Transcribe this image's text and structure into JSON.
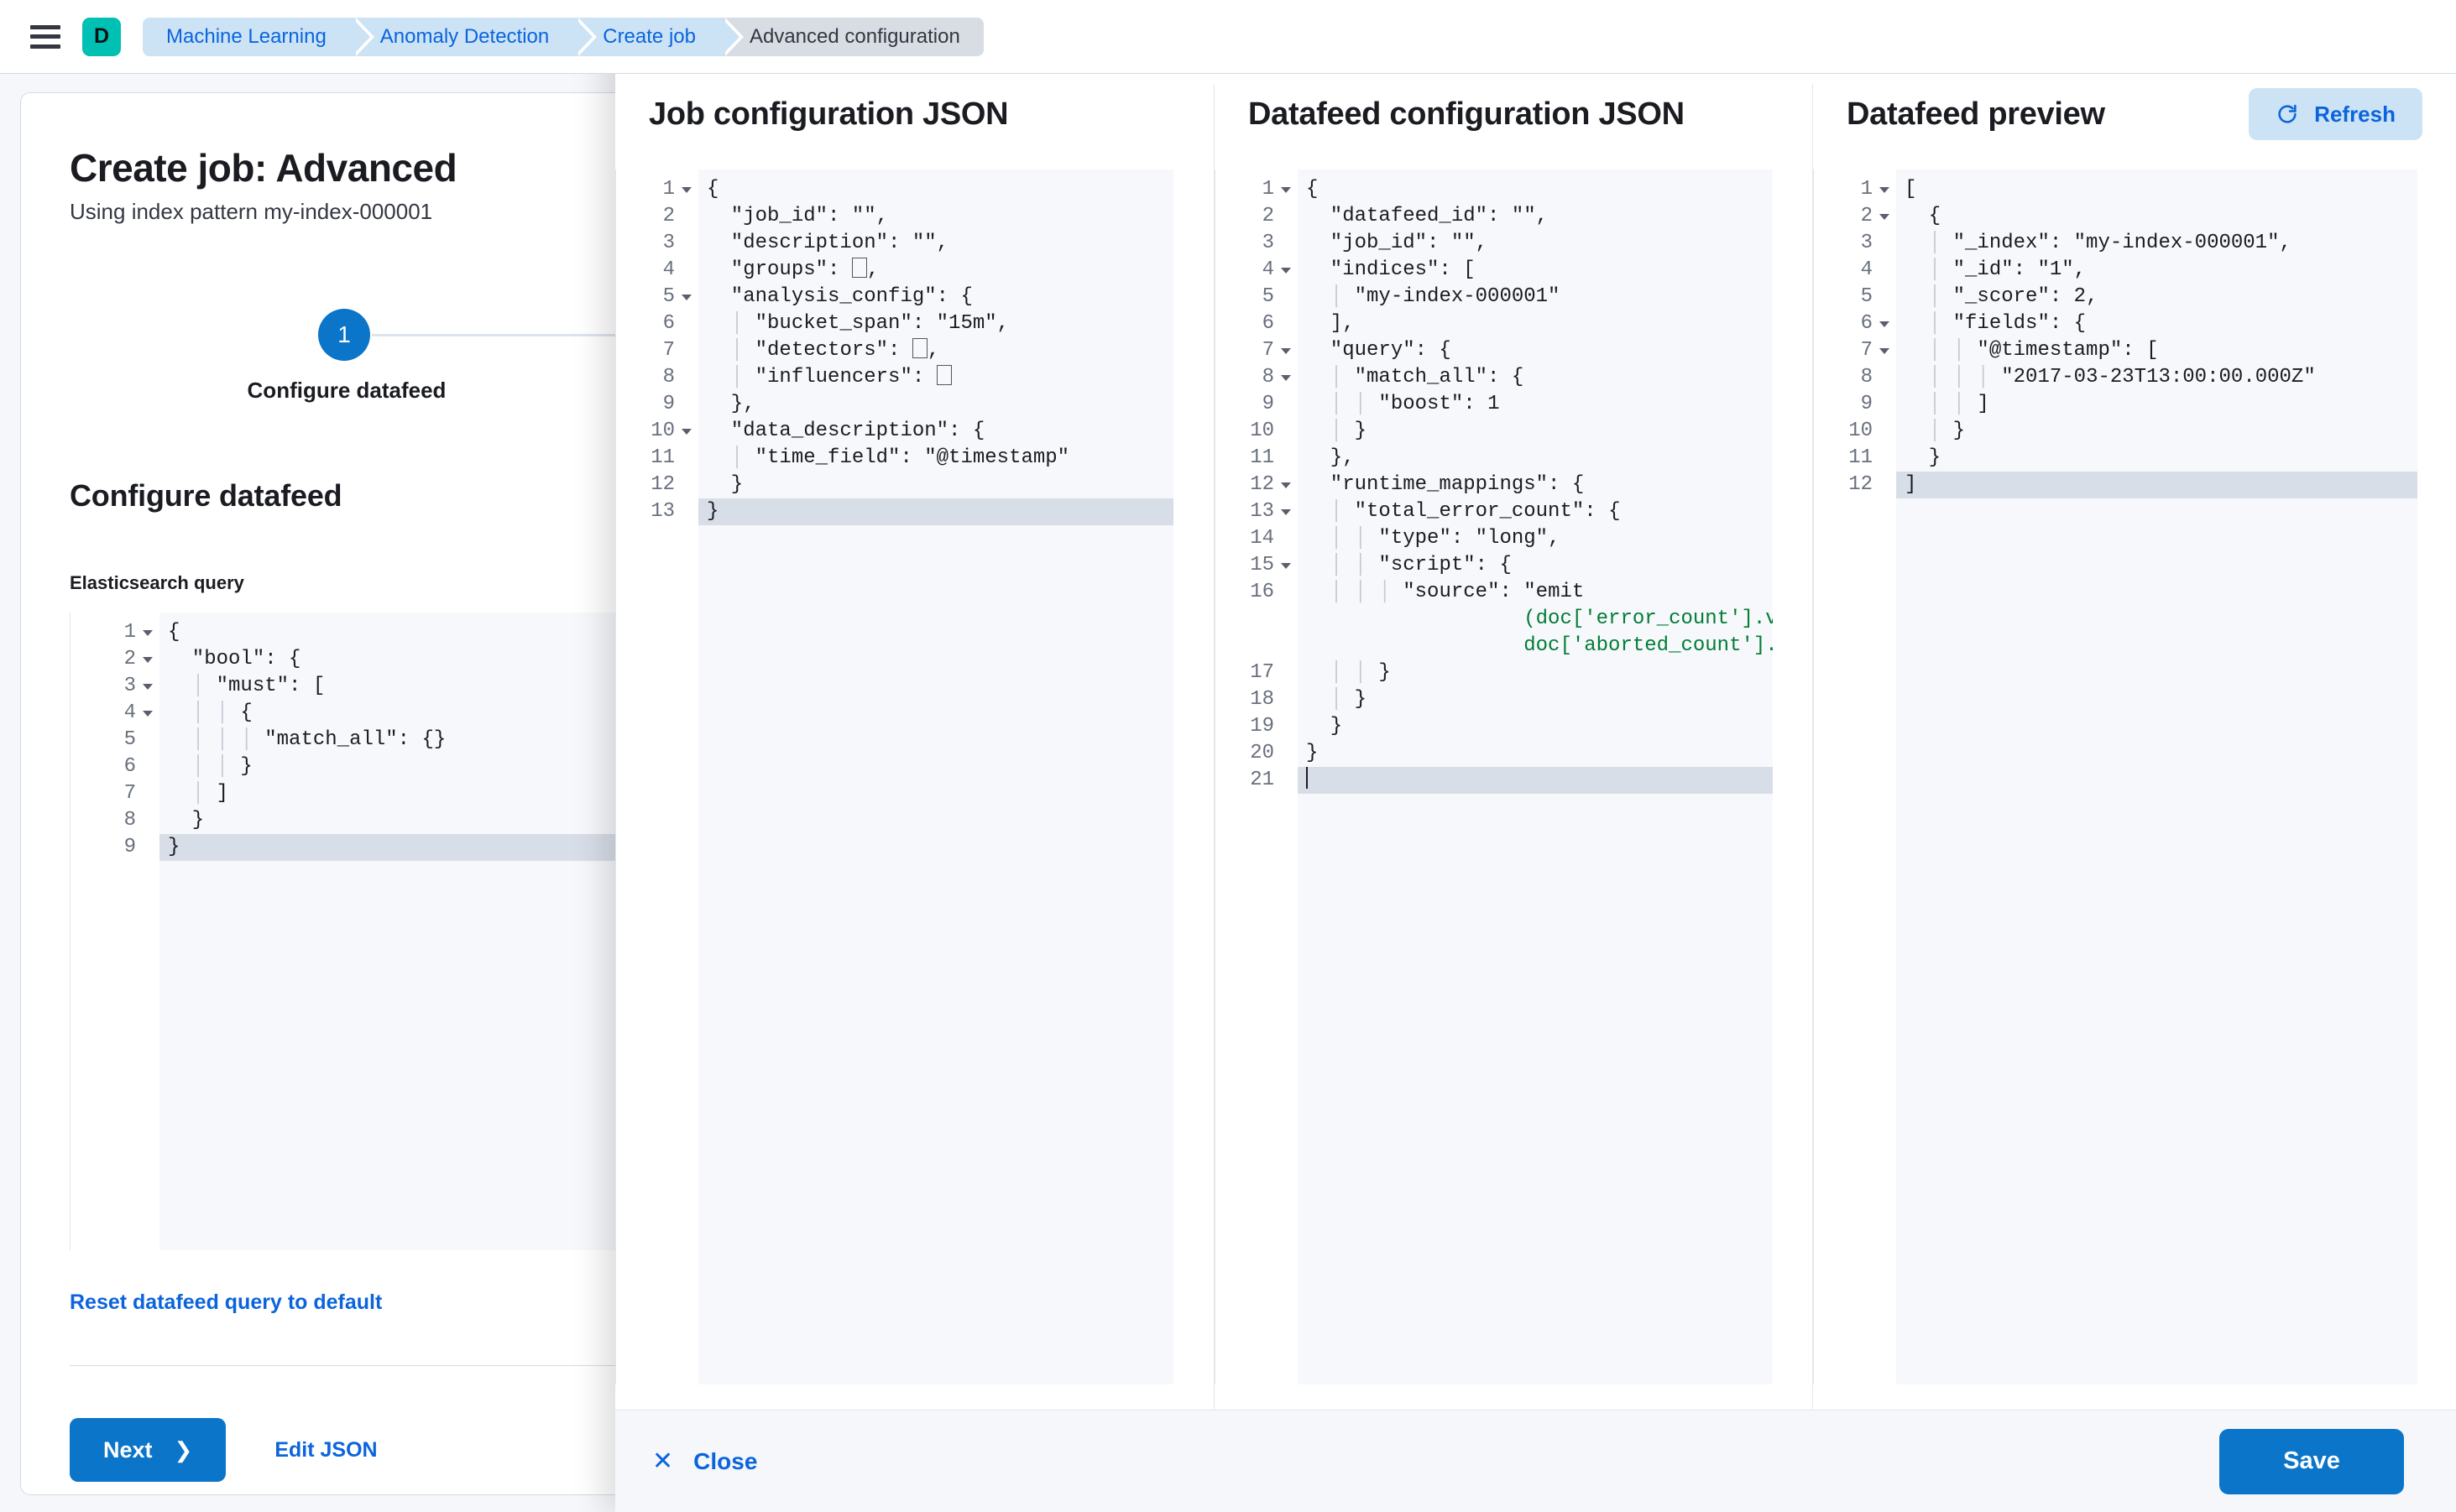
{
  "chrome": {
    "menu_icon": "hamburger-icon",
    "avatar_initial": "D",
    "avatar_color": "#00BFB3",
    "breadcrumbs": [
      {
        "label": "Machine Learning",
        "current": false
      },
      {
        "label": "Anomaly Detection",
        "current": false
      },
      {
        "label": "Create job",
        "current": false
      },
      {
        "label": "Advanced configuration",
        "current": true
      }
    ]
  },
  "wizard": {
    "title": "Create job: Advanced",
    "subtitle": "Using index pattern my-index-000001",
    "step_number": "1",
    "step_label": "Configure datafeed",
    "section_heading": "Configure datafeed",
    "query_label": "Elasticsearch query",
    "reset_link": "Reset datafeed query to default",
    "next_label": "Next",
    "next_chevron": "chevron-right-icon",
    "edit_json_label": "Edit JSON"
  },
  "flyout": {
    "close_label": "Close",
    "close_icon": "close-x-icon",
    "save_label": "Save",
    "refresh_label": "Refresh",
    "refresh_icon": "refresh-icon",
    "panels": [
      {
        "title": "Job configuration JSON"
      },
      {
        "title": "Datafeed configuration JSON"
      },
      {
        "title": "Datafeed preview"
      }
    ]
  },
  "editors": {
    "elasticsearch_query": {
      "active_line": 9,
      "lines": [
        {
          "n": 1,
          "fold": true,
          "text": "{"
        },
        {
          "n": 2,
          "fold": true,
          "text": "  \"bool\": {"
        },
        {
          "n": 3,
          "fold": true,
          "text": "    \"must\": ["
        },
        {
          "n": 4,
          "fold": true,
          "text": "      {"
        },
        {
          "n": 5,
          "fold": false,
          "text": "        \"match_all\": {}"
        },
        {
          "n": 6,
          "fold": false,
          "text": "      }"
        },
        {
          "n": 7,
          "fold": false,
          "text": "    ]"
        },
        {
          "n": 8,
          "fold": false,
          "text": "  }"
        },
        {
          "n": 9,
          "fold": false,
          "text": "}"
        }
      ]
    },
    "job_configuration_json": {
      "active_line": 13,
      "lines": [
        {
          "n": 1,
          "fold": true,
          "text": "{"
        },
        {
          "n": 2,
          "fold": false,
          "text": "  \"job_id\": \"\","
        },
        {
          "n": 3,
          "fold": false,
          "text": "  \"description\": \"\","
        },
        {
          "n": 4,
          "fold": false,
          "text": "  \"groups\": [],"
        },
        {
          "n": 5,
          "fold": true,
          "text": "  \"analysis_config\": {"
        },
        {
          "n": 6,
          "fold": false,
          "text": "    \"bucket_span\": \"15m\","
        },
        {
          "n": 7,
          "fold": false,
          "text": "    \"detectors\": [],"
        },
        {
          "n": 8,
          "fold": false,
          "text": "    \"influencers\": []"
        },
        {
          "n": 9,
          "fold": false,
          "text": "  },"
        },
        {
          "n": 10,
          "fold": true,
          "text": "  \"data_description\": {"
        },
        {
          "n": 11,
          "fold": false,
          "text": "    \"time_field\": \"@timestamp\""
        },
        {
          "n": 12,
          "fold": false,
          "text": "  }"
        },
        {
          "n": 13,
          "fold": false,
          "text": "}"
        }
      ]
    },
    "datafeed_configuration_json": {
      "active_line": 21,
      "lines": [
        {
          "n": 1,
          "fold": true,
          "text": "{"
        },
        {
          "n": 2,
          "fold": false,
          "text": "  \"datafeed_id\": \"\","
        },
        {
          "n": 3,
          "fold": false,
          "text": "  \"job_id\": \"\","
        },
        {
          "n": 4,
          "fold": true,
          "text": "  \"indices\": ["
        },
        {
          "n": 5,
          "fold": false,
          "text": "    \"my-index-000001\""
        },
        {
          "n": 6,
          "fold": false,
          "text": "  ],"
        },
        {
          "n": 7,
          "fold": true,
          "text": "  \"query\": {"
        },
        {
          "n": 8,
          "fold": true,
          "text": "    \"match_all\": {"
        },
        {
          "n": 9,
          "fold": false,
          "text": "      \"boost\": 1"
        },
        {
          "n": 10,
          "fold": false,
          "text": "    }"
        },
        {
          "n": 11,
          "fold": false,
          "text": "  },"
        },
        {
          "n": 12,
          "fold": true,
          "text": "  \"runtime_mappings\": {"
        },
        {
          "n": 13,
          "fold": true,
          "text": "    \"total_error_count\": {"
        },
        {
          "n": 14,
          "fold": false,
          "text": "      \"type\": \"long\","
        },
        {
          "n": 15,
          "fold": true,
          "text": "      \"script\": {"
        },
        {
          "n": 16,
          "fold": false,
          "text": "        \"source\": \"emit(doc['error_count'].value + doc['aborted_count'].value)\""
        },
        {
          "n": 17,
          "fold": false,
          "text": "      }"
        },
        {
          "n": 18,
          "fold": false,
          "text": "    }"
        },
        {
          "n": 19,
          "fold": false,
          "text": "  }"
        },
        {
          "n": 20,
          "fold": false,
          "text": "}"
        },
        {
          "n": 21,
          "fold": false,
          "text": ""
        }
      ]
    },
    "datafeed_preview": {
      "active_line": 12,
      "lines": [
        {
          "n": 1,
          "fold": true,
          "text": "["
        },
        {
          "n": 2,
          "fold": true,
          "text": "  {"
        },
        {
          "n": 3,
          "fold": false,
          "text": "    \"_index\": \"my-index-000001\","
        },
        {
          "n": 4,
          "fold": false,
          "text": "    \"_id\": \"1\","
        },
        {
          "n": 5,
          "fold": false,
          "text": "    \"_score\": 2,"
        },
        {
          "n": 6,
          "fold": true,
          "text": "    \"fields\": {"
        },
        {
          "n": 7,
          "fold": true,
          "text": "      \"@timestamp\": ["
        },
        {
          "n": 8,
          "fold": false,
          "text": "        \"2017-03-23T13:00:00.000Z\""
        },
        {
          "n": 9,
          "fold": false,
          "text": "      ]"
        },
        {
          "n": 10,
          "fold": false,
          "text": "    }"
        },
        {
          "n": 11,
          "fold": false,
          "text": "  }"
        },
        {
          "n": 12,
          "fold": false,
          "text": "]"
        }
      ]
    }
  },
  "colors": {
    "accent_blue": "#0B75C9",
    "link_blue": "#0B64DD",
    "brand_teal": "#00BFB3",
    "string_green": "#017D36",
    "key_blue": "#0A6EA1"
  }
}
